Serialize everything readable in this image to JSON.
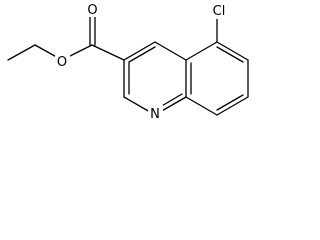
{
  "structure": {
    "atoms": {
      "oxygen_carbonyl": "O",
      "oxygen_ester": "O",
      "chlorine": "Cl",
      "nitrogen": "N"
    }
  },
  "colors": {
    "bond": "#000000",
    "label": "#000000",
    "background": "#ffffff"
  }
}
